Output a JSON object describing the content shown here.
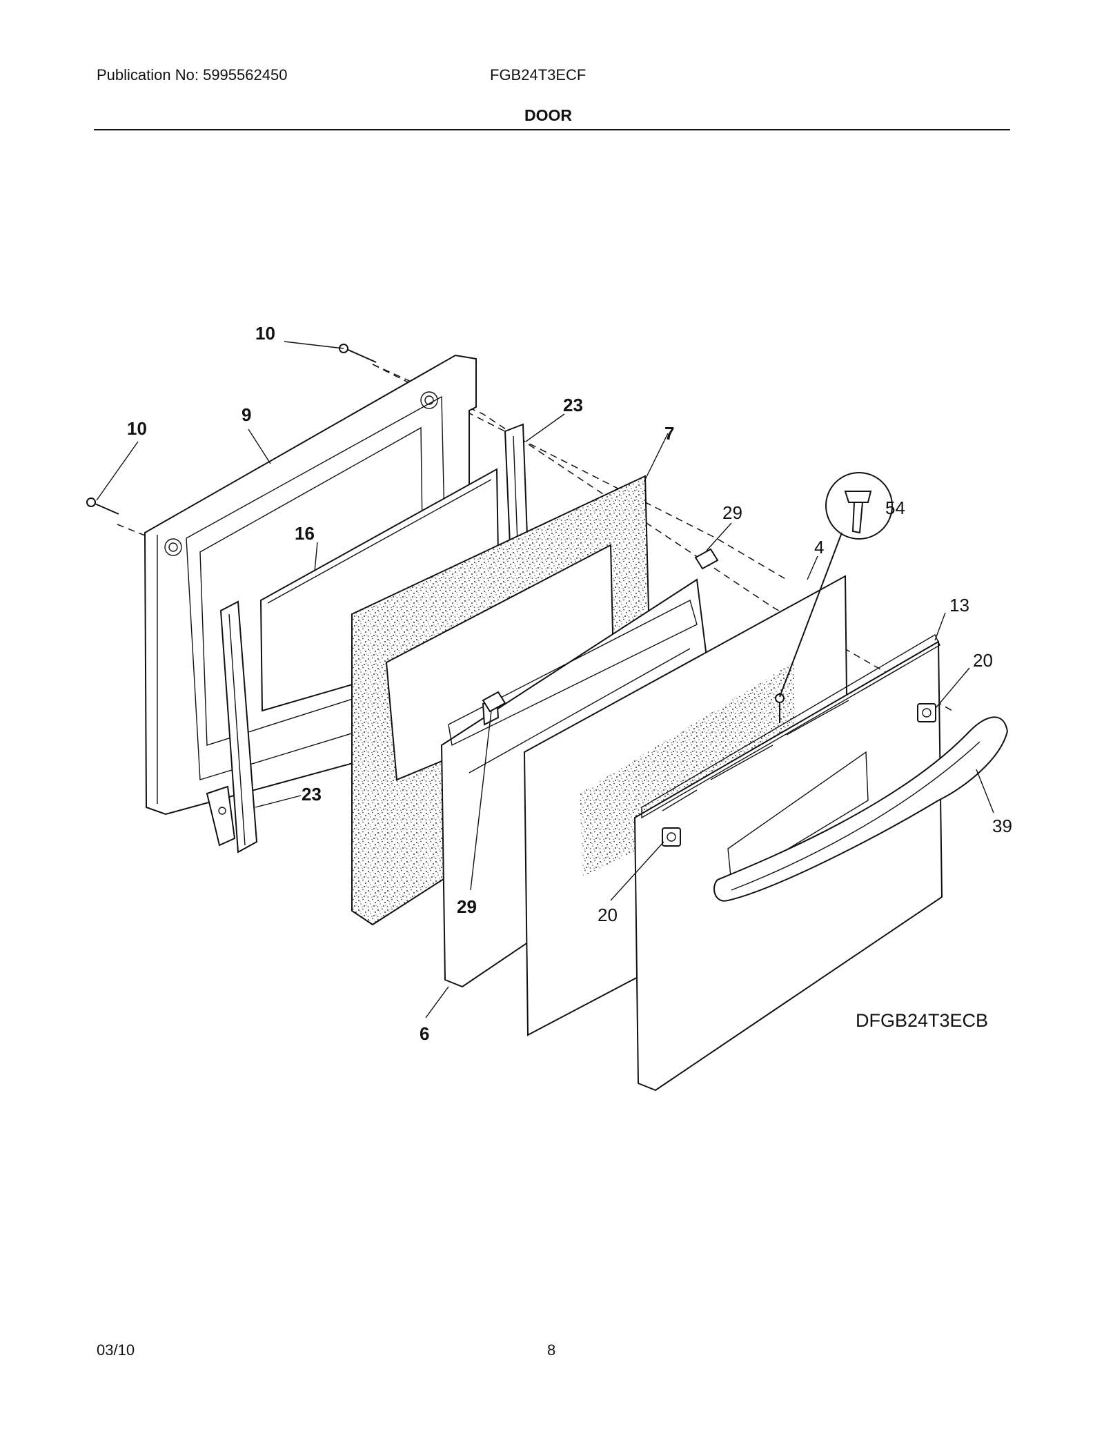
{
  "header": {
    "publication": "Publication No: 5995562450",
    "model": "FGB24T3ECF",
    "section": "DOOR"
  },
  "footer": {
    "date": "03/10",
    "page": "8"
  },
  "diagram": {
    "code": "DFGB24T3ECB",
    "callouts": {
      "c10a": "10",
      "c10b": "10",
      "c9": "9",
      "c23a": "23",
      "c23b": "23",
      "c7": "7",
      "c16": "16",
      "c29a": "29",
      "c29b": "29",
      "c54": "54",
      "c4": "4",
      "c13": "13",
      "c20a": "20",
      "c20b": "20",
      "c39": "39",
      "c6": "6"
    }
  }
}
